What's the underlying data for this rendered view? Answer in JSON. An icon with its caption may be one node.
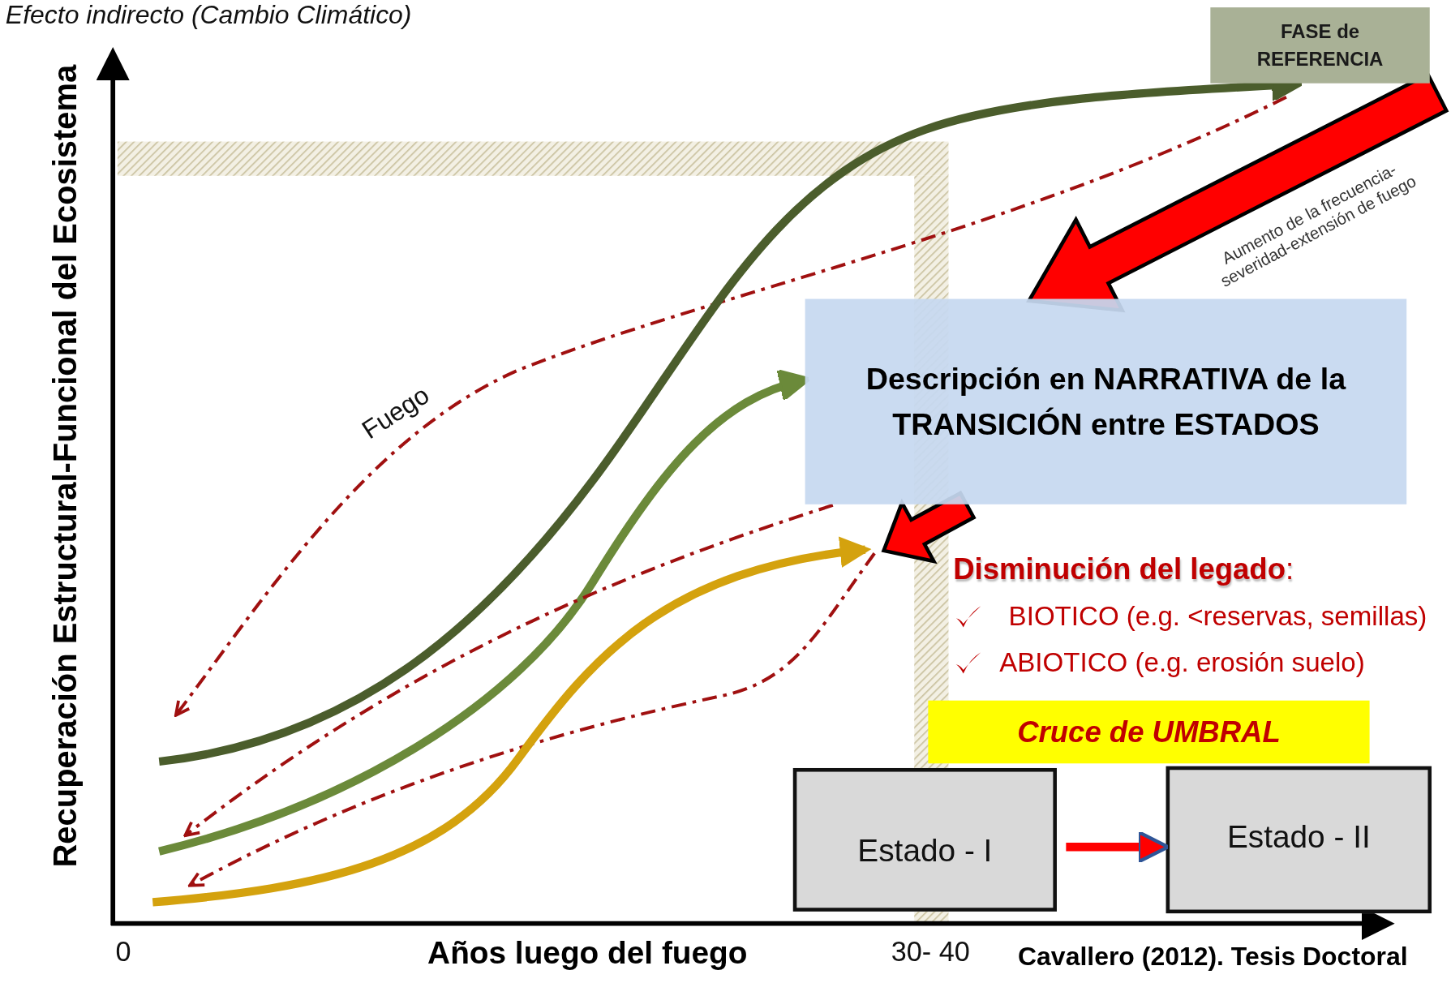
{
  "diagram": {
    "nodes": [
      {
        "text": [
          "FASE de REFERENCIA"
        ]
      },
      {
        "text": [
          "Descripción en NARRATIVA de la TRANSICIÓN entre ESTADOS"
        ]
      },
      {
        "text": [
          "Cruce de UMBRAL"
        ]
      },
      {
        "text": [
          "Estado - I"
        ]
      },
      {
        "text": [
          "Estado - II"
        ]
      }
    ],
    "edges": [
      {
        "from": null,
        "to": 0,
        "arrow": "to",
        "color": "#4b5d2c"
      },
      {
        "from": 3,
        "to": 4,
        "arrow": "to",
        "color": "#ff0000"
      },
      {
        "from": 0,
        "to": 1,
        "arrow": "to",
        "style": "thick",
        "color": "#ff0000"
      },
      {
        "from": 1,
        "to": null,
        "arrow": "to",
        "style": "thick",
        "color": "#ff0000"
      },
      {
        "from": null,
        "to": 1,
        "arrow": "to",
        "color": "#6b8a3a"
      },
      {
        "from": 1,
        "to": null,
        "arrow": "to",
        "style": "dashed",
        "color": "#a01010"
      }
    ],
    "labels": [
      "Efecto indirecto (Cambio Climático)",
      "Recuperación Estructural-Funcional del Ecosistema",
      "Fuego",
      "Aumento de la frecuencia-severidad-extensión de fuego",
      "**Disminución del legado**:",
      "BIOTICO (e.g. <reservas, semillas)",
      "ABIOTICO (e.g. erosión suelo)",
      "0",
      "Años luego del fuego",
      "30- 40",
      "Cavallero (2012). Tesis Doctoral"
    ]
  }
}
